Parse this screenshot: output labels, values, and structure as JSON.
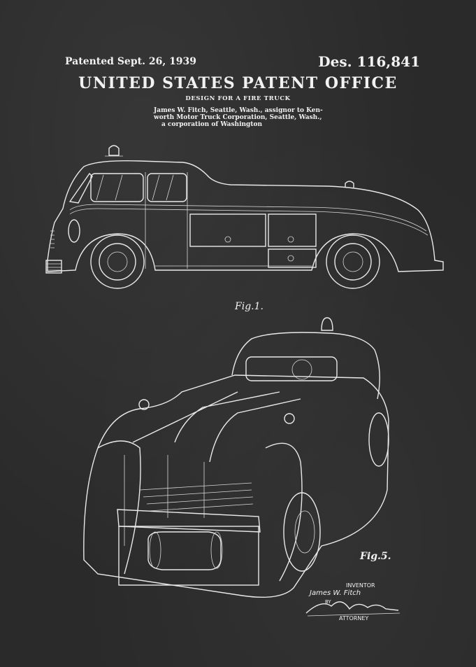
{
  "patent": {
    "date": "Patented Sept. 26, 1939",
    "number": "Des. 116,841",
    "office": "UNITED STATES PATENT OFFICE",
    "design": "DESIGN FOR A FIRE TRUCK",
    "inventor_lines": [
      "James W. Fitch, Seattle, Wash., assignor to Ken-",
      "worth Motor Truck Corporation, Seattle, Wash.,",
      "a corporation of Washington"
    ]
  },
  "figures": {
    "fig1_label": "Fig.1.",
    "fig5_label": "Fig.5."
  },
  "signature": {
    "inventor_title": "INVENTOR",
    "inventor_name": "James W. Fitch",
    "by": "BY",
    "attorney": "ATTORNEY"
  },
  "colors": {
    "background": "#2a2a2a",
    "ink": "#f2f2f2"
  }
}
